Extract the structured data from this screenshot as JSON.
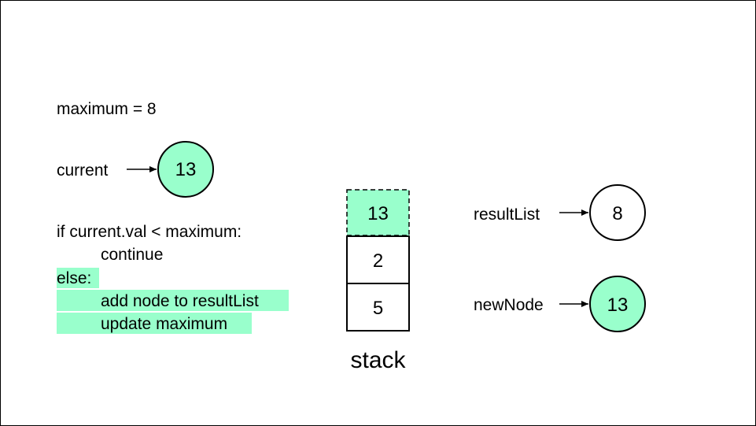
{
  "colors": {
    "highlight": "#99ffcc",
    "stroke": "#000000",
    "background": "#ffffff"
  },
  "variables": {
    "maximum_line": "maximum = 8",
    "current_label": "current",
    "current_value": "13"
  },
  "code": {
    "line1": "if current.val < maximum:",
    "line2": "continue",
    "line3": "else:",
    "line4": "add node to resultList",
    "line5": "update maximum"
  },
  "stack": {
    "caption": "stack",
    "cells": [
      "13",
      "2",
      "5"
    ]
  },
  "result_list": {
    "label": "resultList",
    "value": "8"
  },
  "new_node": {
    "label": "newNode",
    "value": "13"
  }
}
